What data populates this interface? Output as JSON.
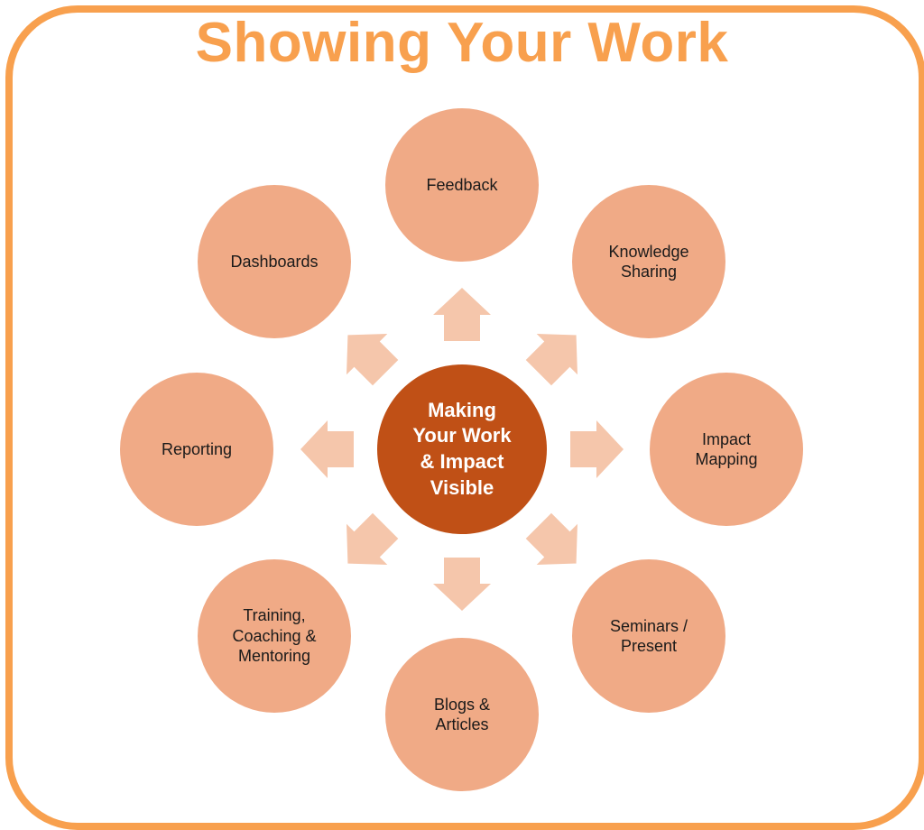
{
  "title": "Showing Your Work",
  "center": {
    "label": "Making\nYour Work\n& Impact\nVisible"
  },
  "nodes": [
    {
      "label": "Feedback"
    },
    {
      "label": "Knowledge\nSharing"
    },
    {
      "label": "Impact\nMapping"
    },
    {
      "label": "Seminars /\nPresent"
    },
    {
      "label": "Blogs &\nArticles"
    },
    {
      "label": "Training,\nCoaching &\nMentoring"
    },
    {
      "label": "Reporting"
    },
    {
      "label": "Dashboards"
    }
  ],
  "colors": {
    "frame": "#F8A04E",
    "node": "#F0AA86",
    "center": "#C05016",
    "arrow": "#F5C6AB"
  }
}
